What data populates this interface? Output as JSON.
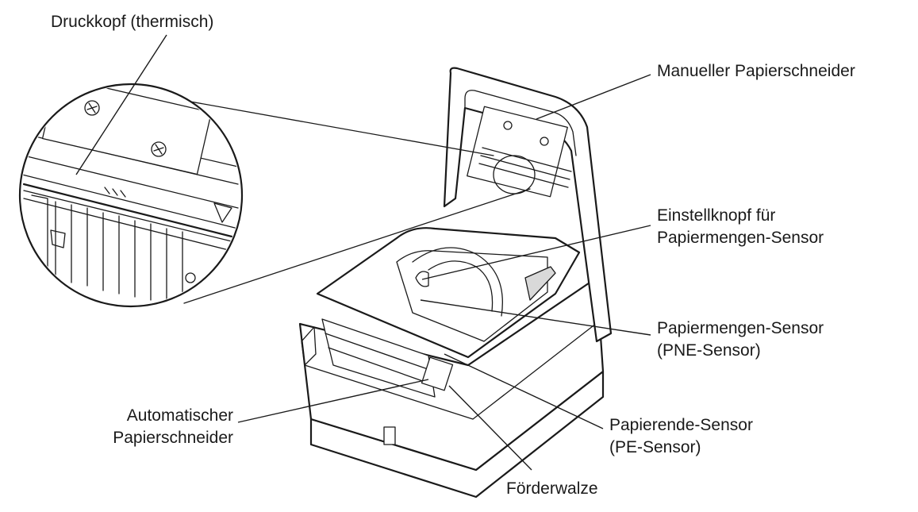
{
  "labels": {
    "print_head": "Druckkopf (thermisch)",
    "manual_cutter": "Manueller Papierschneider",
    "adjust_knob_line1": "Einstellknopf für",
    "adjust_knob_line2": "Papiermengen-Sensor",
    "pne_sensor_line1": "Papiermengen-Sensor",
    "pne_sensor_line2": "(PNE-Sensor)",
    "auto_cutter_line1": "Automatischer",
    "auto_cutter_line2": "Papierschneider",
    "pe_sensor_line1": "Papierende-Sensor",
    "pe_sensor_line2": "(PE-Sensor)",
    "feed_roller": "Förderwalze"
  },
  "icons": {
    "printer": "thermal-receipt-printer-open",
    "magnifier": "detail-magnifier-circle"
  },
  "colors": {
    "line": "#1a1a1a",
    "background": "#ffffff"
  }
}
